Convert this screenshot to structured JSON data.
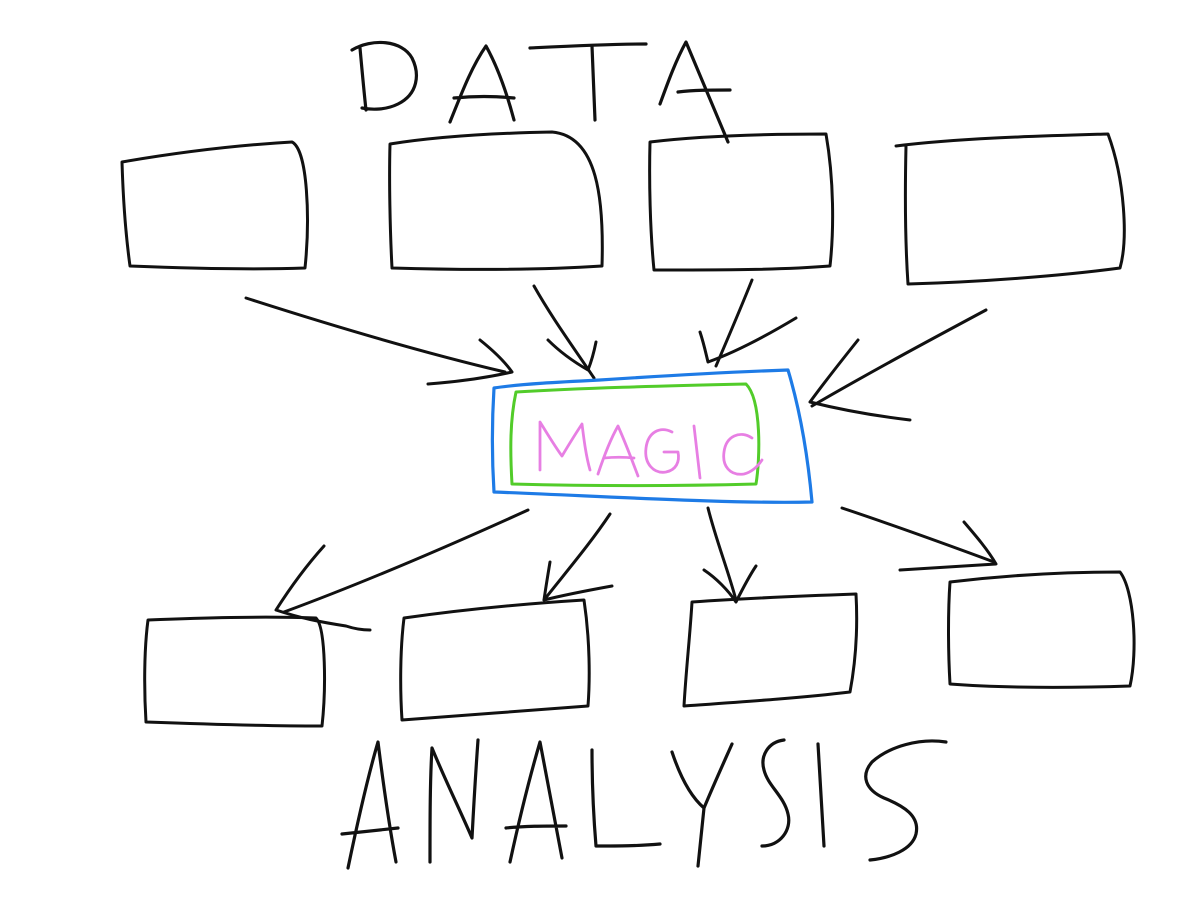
{
  "diagram": {
    "title": "DATA",
    "center_label": "MAGIC",
    "footer": "ANALYSIS",
    "input_boxes": 4,
    "output_boxes": 4
  },
  "colors": {
    "ink": "#111111",
    "center_outer_border": "#1e7be6",
    "center_inner_border": "#52cc2a",
    "center_text": "#e77fe3",
    "background": "#ffffff"
  }
}
